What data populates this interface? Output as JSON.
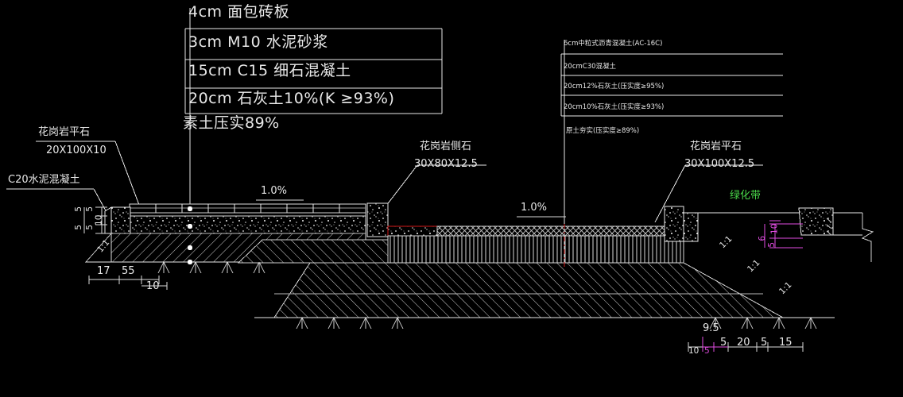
{
  "drawing": {
    "title": "road-cross-section-detail",
    "background": "#000000",
    "line_color": "#e8e8e8",
    "accent_red": "#d01818",
    "accent_magenta": "#e24de2",
    "accent_green": "#49d649"
  },
  "sidewalk_spec": {
    "header": "4cm  面包砖板",
    "rows": [
      "3cm  M10 水泥砂浆",
      "15cm  C15 细石混凝土",
      "20cm  石灰土10%(K ≥93%)"
    ],
    "footer": "素土压实89%"
  },
  "road_spec": {
    "header": "6cm中粒式沥青混凝土(AC-16C)",
    "rows": [
      "20cmC30混凝土",
      "20cm12%石灰土(压实度≥95%)",
      "20cm10%石灰土(压实度≥93%)"
    ],
    "footer": "原土夯实(压实度≥89%)"
  },
  "callouts": [
    {
      "name": "granite-flat-stone-left",
      "title": "花岗岩平石",
      "size": "20X100X10"
    },
    {
      "name": "concrete-bedding-left",
      "title": "C20水泥混凝土",
      "size": ""
    },
    {
      "name": "granite-kerb-mid",
      "title": "花岗岩侧石",
      "size": "30X80X12.5"
    },
    {
      "name": "granite-flat-stone-right",
      "title": "花岗岩平石",
      "size": "30X100X12.5"
    },
    {
      "name": "green-belt",
      "title": "绿化带",
      "size": ""
    }
  ],
  "slopes": {
    "left_label": "1.0%",
    "right_label": "1.0%",
    "embankment_left": "1:1",
    "embankment_right_upper": "1:1",
    "embankment_right_mid": "1:1",
    "embankment_right_lower": "1:1"
  },
  "dimensions_left": {
    "vertical": [
      "5",
      "5",
      "10",
      "5",
      "5"
    ],
    "horizontal": [
      "17",
      "55",
      "10"
    ]
  },
  "dimensions_right": {
    "above": "9.5",
    "chain": [
      "10",
      "5",
      "5",
      "20",
      "5",
      "15"
    ]
  },
  "dimensions_curb_right": {
    "vertical": [
      "10",
      "5",
      "6"
    ]
  }
}
